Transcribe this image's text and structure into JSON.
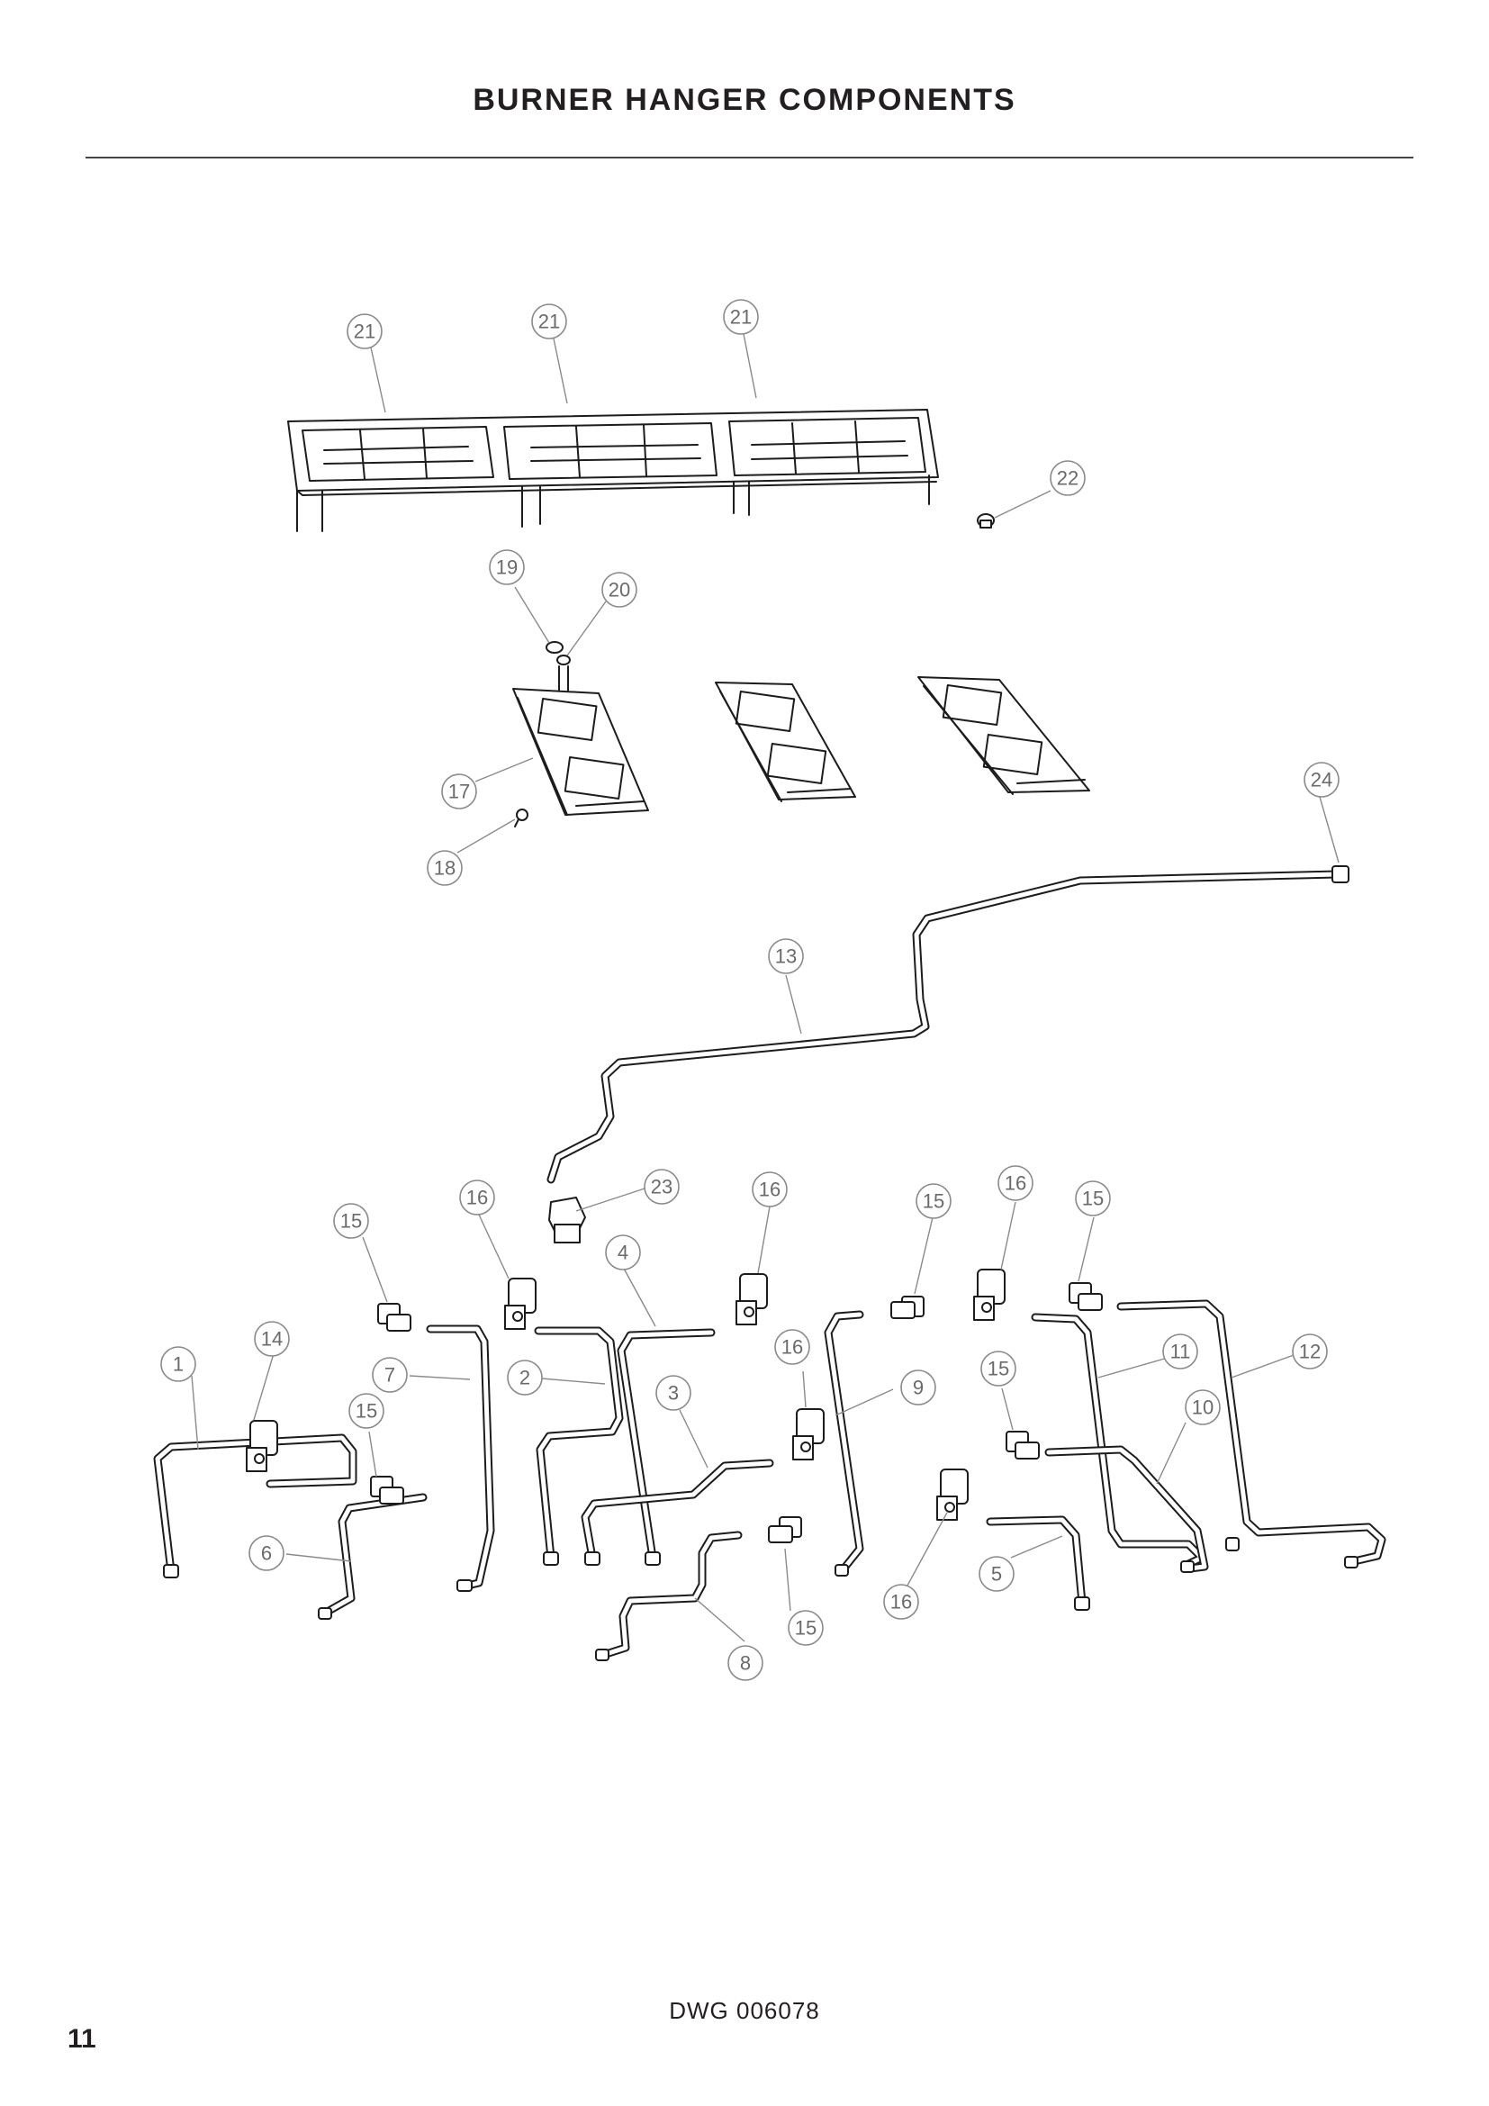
{
  "page": {
    "title": "BURNER HANGER COMPONENTS",
    "drawing_number": "DWG 006078",
    "page_number": "11"
  },
  "callouts": {
    "c21a": "21",
    "c21b": "21",
    "c21c": "21",
    "c22": "22",
    "c19": "19",
    "c20": "20",
    "c17": "17",
    "c18": "18",
    "c24": "24",
    "c13": "13",
    "c23": "23",
    "c16a": "16",
    "c16b": "16",
    "c16c": "16",
    "c16d": "16",
    "c16e": "16",
    "c15a": "15",
    "c15b": "15",
    "c15c": "15",
    "c15d": "15",
    "c15e": "15",
    "c15f": "15",
    "c14": "14",
    "c1": "1",
    "c7": "7",
    "c2": "2",
    "c4": "4",
    "c3": "3",
    "c6": "6",
    "c8": "8",
    "c9": "9",
    "c5": "5",
    "c11": "11",
    "c12": "12",
    "c10": "10"
  }
}
